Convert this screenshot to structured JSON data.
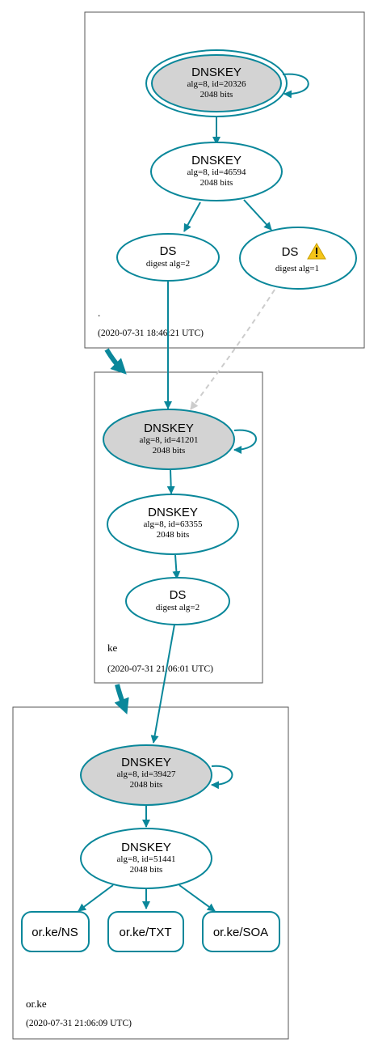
{
  "zones": [
    {
      "id": "root",
      "name": ".",
      "timestamp": "(2020-07-31 18:46:21 UTC)"
    },
    {
      "id": "ke",
      "name": "ke",
      "timestamp": "(2020-07-31 21:06:01 UTC)"
    },
    {
      "id": "orke",
      "name": "or.ke",
      "timestamp": "(2020-07-31 21:06:09 UTC)"
    }
  ],
  "nodes": {
    "root_ksk": {
      "title": "DNSKEY",
      "line1": "alg=8, id=20326",
      "line2": "2048 bits"
    },
    "root_zsk": {
      "title": "DNSKEY",
      "line1": "alg=8, id=46594",
      "line2": "2048 bits"
    },
    "root_ds2": {
      "title": "DS",
      "line1": "digest alg=2"
    },
    "root_ds1": {
      "title": "DS",
      "line1": "digest alg=1",
      "warning": true
    },
    "ke_ksk": {
      "title": "DNSKEY",
      "line1": "alg=8, id=41201",
      "line2": "2048 bits"
    },
    "ke_zsk": {
      "title": "DNSKEY",
      "line1": "alg=8, id=63355",
      "line2": "2048 bits"
    },
    "ke_ds": {
      "title": "DS",
      "line1": "digest alg=2"
    },
    "orke_ksk": {
      "title": "DNSKEY",
      "line1": "alg=8, id=39427",
      "line2": "2048 bits"
    },
    "orke_zsk": {
      "title": "DNSKEY",
      "line1": "alg=8, id=51441",
      "line2": "2048 bits"
    },
    "rr_ns": {
      "title": "or.ke/NS"
    },
    "rr_txt": {
      "title": "or.ke/TXT"
    },
    "rr_soa": {
      "title": "or.ke/SOA"
    }
  },
  "colors": {
    "edge": "#0a879a",
    "secure_entry_fill": "#d3d3d3",
    "node_fill": "#ffffff",
    "dashed_edge": "#cccccc",
    "warning": "#f5c518"
  }
}
